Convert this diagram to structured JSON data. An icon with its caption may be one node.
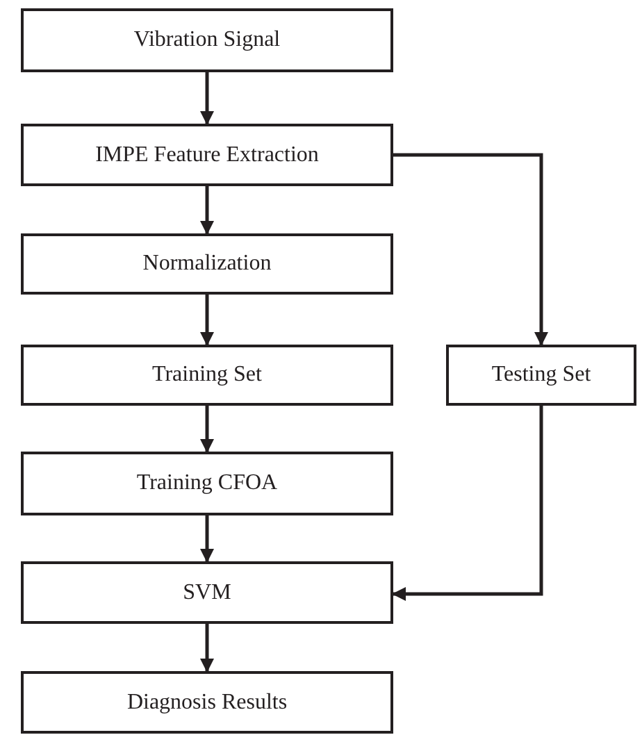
{
  "diagram": {
    "nodes": [
      {
        "text": [
          "Vibration Signal"
        ]
      },
      {
        "text": [
          "IMPE Feature Extraction"
        ]
      },
      {
        "text": [
          "Normalization"
        ]
      },
      {
        "text": [
          "Training Set"
        ]
      },
      {
        "text": [
          "Testing Set"
        ]
      },
      {
        "text": [
          "Training CFOA"
        ]
      },
      {
        "text": [
          "SVM"
        ]
      },
      {
        "text": [
          "Diagnosis Results"
        ]
      }
    ],
    "edges": [
      {
        "from": 0,
        "to": 1,
        "arrow": "to"
      },
      {
        "from": 1,
        "to": 2,
        "arrow": "to"
      },
      {
        "from": 1,
        "to": 4,
        "arrow": "to"
      },
      {
        "from": 2,
        "to": 3,
        "arrow": "to"
      },
      {
        "from": 3,
        "to": 5,
        "arrow": "to"
      },
      {
        "from": 5,
        "to": 6,
        "arrow": "to"
      },
      {
        "from": 4,
        "to": 6,
        "arrow": "to"
      },
      {
        "from": 6,
        "to": 7,
        "arrow": "to"
      }
    ]
  }
}
